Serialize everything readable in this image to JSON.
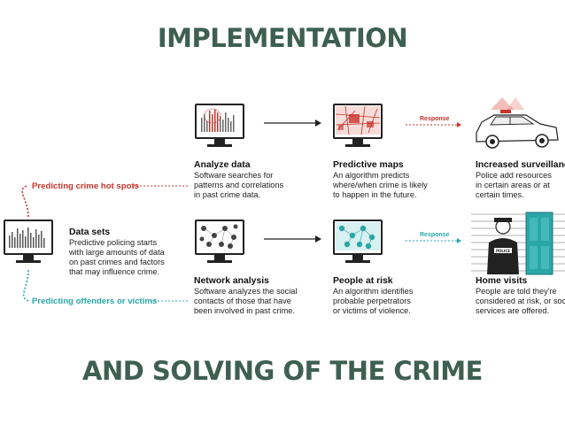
{
  "title_top": "IMPLEMENTATION",
  "title_bottom": "AND SOLVING OF THE CRIME",
  "branches": {
    "top": {
      "label": "Predicting crime hot spots",
      "color": "#c8332b"
    },
    "bottom": {
      "label": "Predicting offenders or victims",
      "color": "#2aa6a8"
    }
  },
  "response_label": "Response",
  "nodes": {
    "data_sets": {
      "title": "Data sets",
      "lines": [
        "Predictive policing starts",
        "with large amounts of data",
        "on past crimes and factors",
        "that may influence crime."
      ]
    },
    "analyze_data": {
      "title": "Analyze data",
      "lines": [
        "Software searches for",
        "patterns and correlations",
        "in past crime data."
      ]
    },
    "predictive_maps": {
      "title": "Predictive maps",
      "lines": [
        "An algorithm predicts",
        "where/when crime is likely",
        "to happen in the future."
      ]
    },
    "increased_surveillance": {
      "title": "Increased surveillance",
      "lines": [
        "Police add resources",
        "in certain areas or at",
        "certain times."
      ]
    },
    "network_analysis": {
      "title": "Network analysis",
      "lines": [
        "Software analyzes the social",
        "contacts of those that have",
        "been involved in past crime."
      ]
    },
    "people_at_risk": {
      "title": "People at risk",
      "lines": [
        "An algorithm identifies",
        "probable perpetrators",
        "or victims of violence."
      ]
    },
    "home_visits": {
      "title": "Home visits",
      "lines": [
        "People are told they're",
        "considered at risk, or social",
        "services are offered."
      ]
    }
  },
  "icons": [
    "bar-chart-monitor-icon",
    "analyze-chart-monitor-icon",
    "map-monitor-icon",
    "network-monitor-icon",
    "people-map-monitor-icon",
    "police-car-icon",
    "house-police-officer-icon",
    "arrow-icon"
  ],
  "police_badge_text": "POLICE"
}
